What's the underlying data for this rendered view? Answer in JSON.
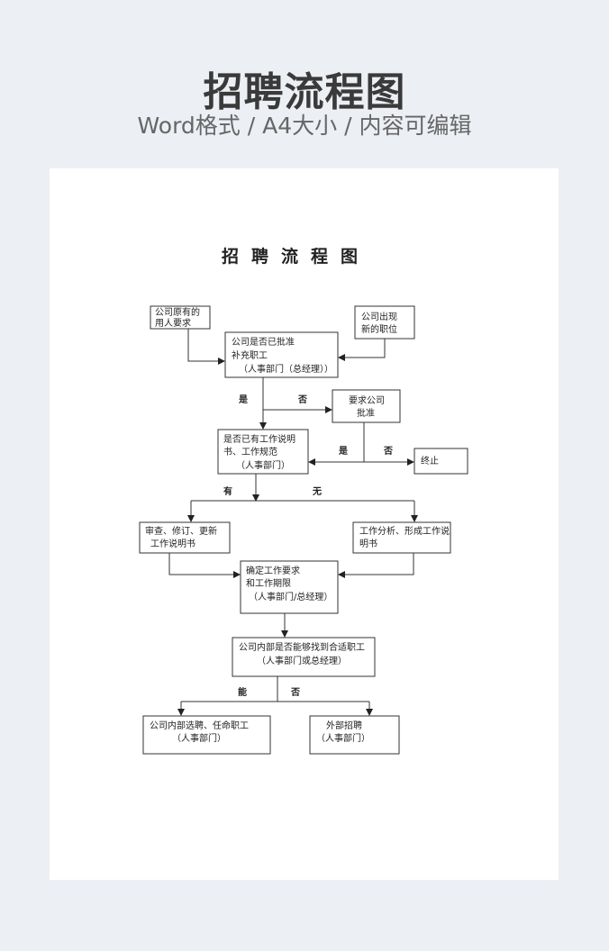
{
  "header": {
    "title": "招聘流程图",
    "subtitle": "Word格式 / A4大小 / 内容可编辑"
  },
  "doc": {
    "title": "招聘流程图",
    "boxes": {
      "b1": [
        "公司原有的",
        "用人要求"
      ],
      "b2": [
        "公司出现",
        "新的职位"
      ],
      "b3": [
        "公司是否已批准",
        "补充职工",
        "（人事部门（总经理））"
      ],
      "b4": [
        "要求公司",
        "批准"
      ],
      "b5": [
        "是否已有工作说明",
        "书、工作规范",
        "（人事部门）"
      ],
      "b6": [
        "终止"
      ],
      "b7": [
        "审查、修订、更新",
        "工作说明书"
      ],
      "b8": [
        "工作分析、形成工作说",
        "明书"
      ],
      "b9": [
        "确定工作要求",
        "和工作期限",
        "（人事部门/总经理）"
      ],
      "b10": [
        "公司内部是否能够找到合适职工",
        "（人事部门或总经理）"
      ],
      "b11": [
        "公司内部选聘、任命职工",
        "（人事部门）"
      ],
      "b12": [
        "外部招聘",
        "（人事部门）"
      ]
    },
    "labels": {
      "yes1": "是",
      "no1": "否",
      "yes2": "是",
      "no2": "否",
      "have": "有",
      "none": "无",
      "can": "能",
      "no3": "否"
    }
  }
}
